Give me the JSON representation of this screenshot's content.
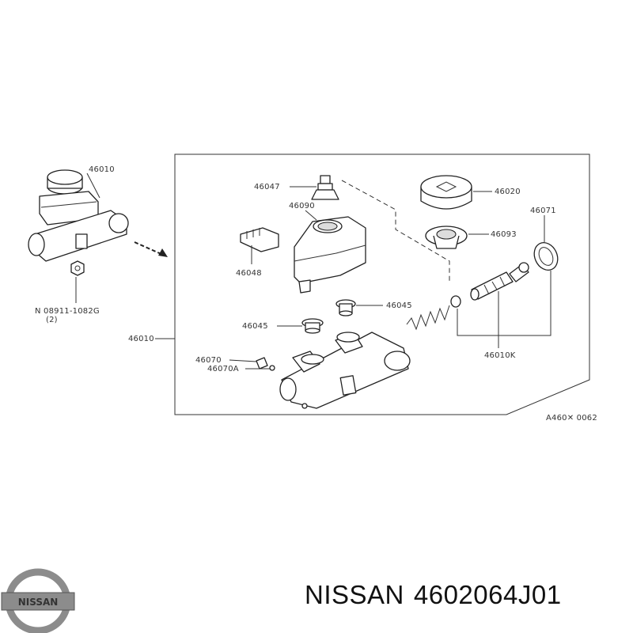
{
  "labels": {
    "l46010_top": "46010",
    "l46010_left": "46010",
    "l08911": "N 08911-1082G",
    "l08911_qty": "(2)",
    "l46047": "46047",
    "l46090": "46090",
    "l46048": "46048",
    "l46020": "46020",
    "l46093": "46093",
    "l46071": "46071",
    "l46045_right": "46045",
    "l46045_left": "46045",
    "l46010K": "46010K",
    "l46070": "46070",
    "l46070A": "46070A",
    "code": "A460✕ 0062"
  },
  "brand": {
    "logo_text": "NISSAN",
    "name": "NISSAN",
    "part_number": "4602064J01"
  }
}
